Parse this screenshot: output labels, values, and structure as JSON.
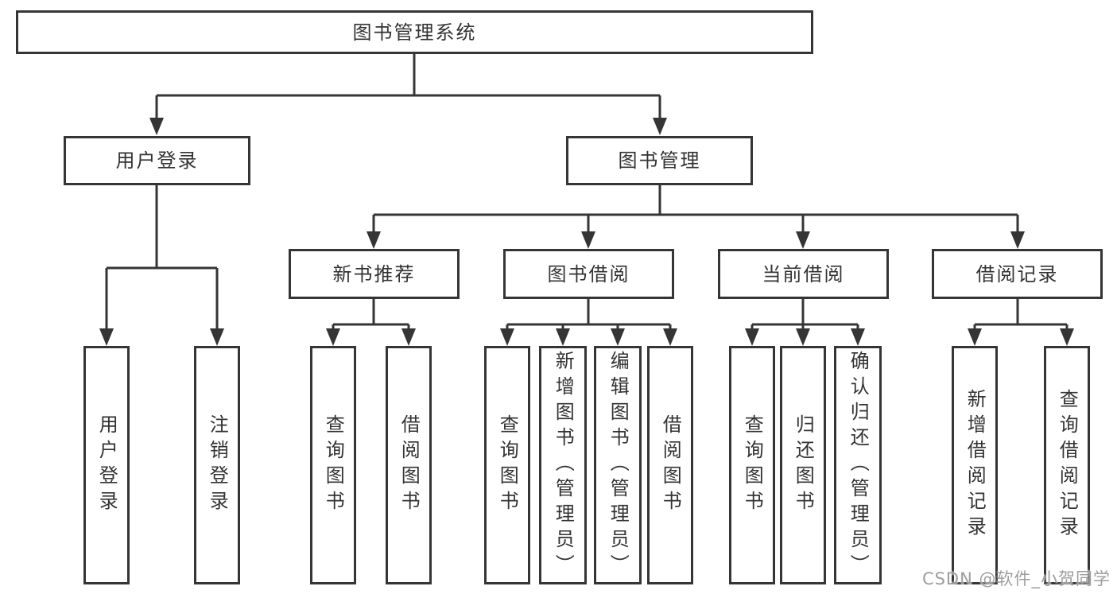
{
  "palette": {
    "line": "#353535",
    "text": "#333333",
    "background": "#ffffff",
    "watermark_color": "#9d9d9d"
  },
  "nodes": {
    "root": "图书管理系统",
    "level2": [
      {
        "label": "用户登录"
      },
      {
        "label": "图书管理"
      }
    ],
    "level3": [
      {
        "label": "新书推荐"
      },
      {
        "label": "图书借阅"
      },
      {
        "label": "当前借阅"
      },
      {
        "label": "借阅记录"
      }
    ],
    "leaves": {
      "user_login_group": [
        {
          "label": "用户登录"
        },
        {
          "label": "注销登录"
        }
      ],
      "new_books_group": [
        {
          "label": "查询图书"
        },
        {
          "label": "借阅图书"
        }
      ],
      "book_borrow_group": [
        {
          "label": "查询图书"
        },
        {
          "label": "新增图书（管理员）"
        },
        {
          "label": "编辑图书（管理员）"
        },
        {
          "label": "借阅图书"
        }
      ],
      "current_borrow_group": [
        {
          "label": "查询图书"
        },
        {
          "label": "归还图书"
        },
        {
          "label": "确认归还（管理员）"
        }
      ],
      "borrow_records_group": [
        {
          "label": "新增借阅记录"
        },
        {
          "label": "查询借阅记录"
        }
      ]
    }
  },
  "watermark": "CSDN @软件_小贺同学"
}
